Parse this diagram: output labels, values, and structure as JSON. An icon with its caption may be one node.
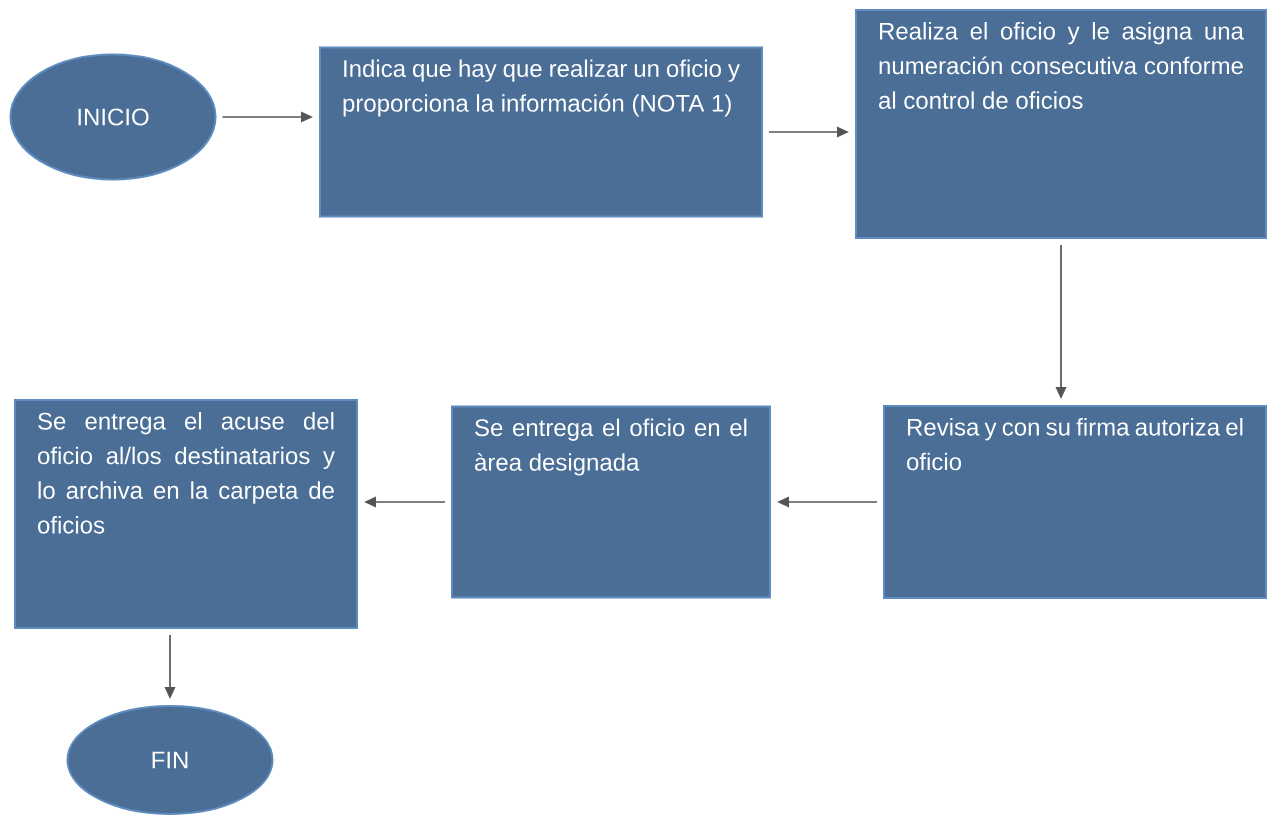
{
  "diagram": {
    "nodes": [
      {
        "text": [
          "INICIO"
        ]
      },
      {
        "text": [
          "Indica que hay que realizar un oficio y proporciona la información (NOTA 1)"
        ]
      },
      {
        "text": [
          "Realiza el oficio y le asigna una numeración consecutiva conforme al control de oficios"
        ]
      },
      {
        "text": [
          "Revisa y con su firma autoriza el oficio"
        ]
      },
      {
        "text": [
          "Se entrega el oficio en el àrea designada"
        ]
      },
      {
        "text": [
          "Se entrega el acuse del oficio al/los destinatarios y lo archiva en la carpeta de oficios"
        ]
      },
      {
        "text": [
          "FIN"
        ]
      }
    ],
    "edges": [
      {
        "from": 0,
        "to": 1,
        "arrow": "to"
      },
      {
        "from": 1,
        "to": 2,
        "arrow": "to"
      },
      {
        "from": 2,
        "to": 3,
        "arrow": "to"
      },
      {
        "from": 3,
        "to": 4,
        "arrow": "to"
      },
      {
        "from": 4,
        "to": 5,
        "arrow": "to"
      },
      {
        "from": 5,
        "to": 6,
        "arrow": "to"
      }
    ]
  }
}
